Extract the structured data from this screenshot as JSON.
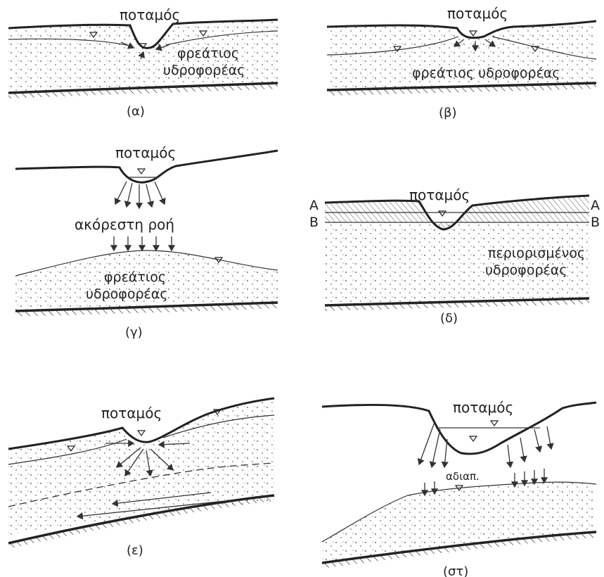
{
  "panels": {
    "a": {
      "caption": "(α)",
      "river": "ποταμός",
      "aquifer_line1": "φρεάτιος",
      "aquifer_line2": "υδροφορέας"
    },
    "b": {
      "caption": "(β)",
      "river": "ποταμός",
      "aquifer": "φρεάτιος υδροφορέας"
    },
    "c": {
      "caption": "(γ)",
      "river": "ποταμός",
      "flow": "ακόρεστη ροή",
      "aquifer_line1": "φρεάτιος",
      "aquifer_line2": "υδροφορέας"
    },
    "d": {
      "caption": "(δ)",
      "river": "ποταμός",
      "aquifer_line1": "περιορισμένος",
      "aquifer_line2": "υδροφορέας",
      "mark_a_left": "A",
      "mark_a_right": "A",
      "mark_b_left": "B",
      "mark_b_right": "B"
    },
    "e": {
      "caption": "(ε)",
      "river": "ποταμός"
    },
    "st": {
      "caption": "(στ)",
      "river": "ποταμός",
      "layer": "αδιαπ."
    }
  }
}
